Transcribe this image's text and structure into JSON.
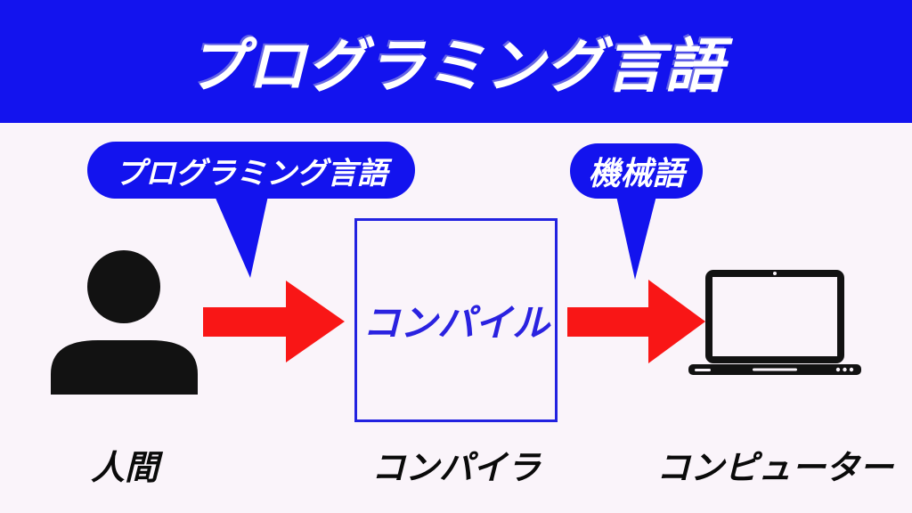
{
  "title": {
    "text": "プログラミング言語"
  },
  "bubbles": [
    {
      "label": "プログラミング言語",
      "points_to": "arrow-human-to-compiler"
    },
    {
      "label": "機械語",
      "points_to": "arrow-compiler-to-computer"
    }
  ],
  "process_box": {
    "label": "コンパイル"
  },
  "nodes": [
    {
      "id": "human",
      "label": "人間",
      "icon": "person-icon"
    },
    {
      "id": "compiler",
      "label": "コンパイラ",
      "icon": "compile-box"
    },
    {
      "id": "computer",
      "label": "コンピューター",
      "icon": "laptop-icon"
    }
  ],
  "colors": {
    "banner_blue": "#1313ee",
    "box_border_blue": "#2222e0",
    "box_text_blue": "#2a22e0",
    "arrow_red": "#f91616",
    "background": "#faf4fa",
    "icon_black": "#121212",
    "title_text": "#ffffff"
  }
}
